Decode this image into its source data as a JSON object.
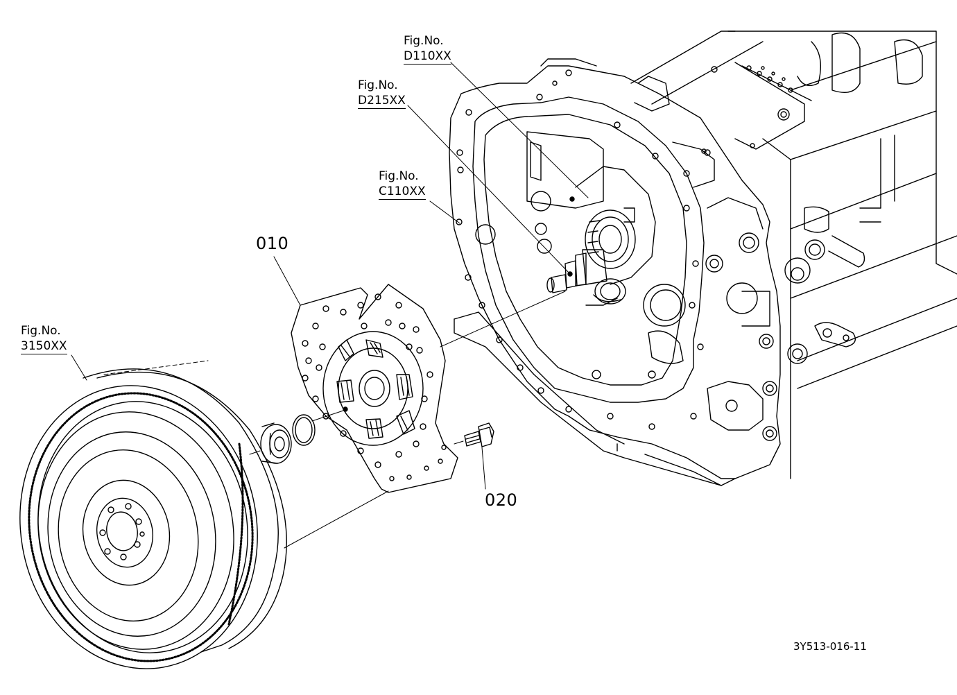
{
  "callouts": {
    "d110": {
      "fig": "Fig.No.",
      "code": "D110XX"
    },
    "d215": {
      "fig": "Fig.No.",
      "code": "D215XX"
    },
    "c110": {
      "fig": "Fig.No.",
      "code": "C110XX"
    },
    "f3150": {
      "fig": "Fig.No.",
      "code": "3150XX"
    }
  },
  "parts": {
    "p010": "010",
    "p020": "020"
  },
  "drawing_number": "3Y513-016-11"
}
